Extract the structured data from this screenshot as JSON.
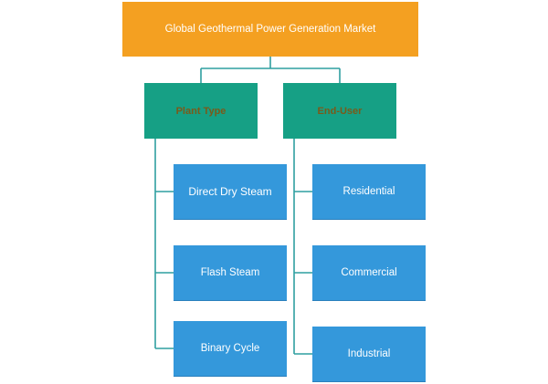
{
  "diagram": {
    "root": {
      "label": "Global Geothermal Power Generation Market"
    },
    "categories": [
      {
        "label": "Plant Type",
        "children": [
          "Direct Dry Steam",
          "Flash Steam",
          "Binary Cycle"
        ]
      },
      {
        "label": "End-User",
        "children": [
          "Residential",
          "Commercial",
          "Industrial"
        ]
      }
    ]
  },
  "colors": {
    "root": "#f4a021",
    "category": "#16a085",
    "leaf": "#3498db",
    "connector": "#2f9fa0"
  }
}
